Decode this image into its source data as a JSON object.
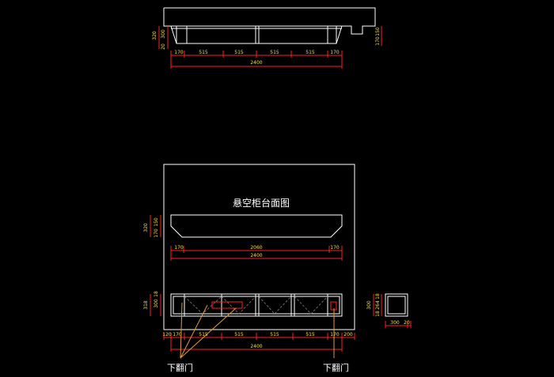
{
  "drawing": {
    "title": "悬空柜台面图",
    "callout_label": "下翻门",
    "colors": {
      "background": "#000000",
      "outline": "#ffffff",
      "dimension_line": "#ff2020",
      "dimension_text": "#f0e04a",
      "callout_line": "#e39a3a",
      "hidden_line": "#808080"
    }
  },
  "top_view": {
    "horizontal_dims": [
      "170",
      "515",
      "515",
      "515",
      "515",
      "170"
    ],
    "overall": "2400",
    "left_dims": [
      "320",
      "300",
      "20"
    ],
    "right_dims": [
      "150",
      "170"
    ]
  },
  "countertop_view": {
    "horizontal_dims": [
      "170",
      "2060",
      "170"
    ],
    "overall": "2400",
    "left_dims": [
      "320",
      "150",
      "170"
    ]
  },
  "front_view": {
    "horizontal_dims": [
      "120",
      "170",
      "515",
      "515",
      "515",
      "515",
      "170",
      "200"
    ],
    "overall": "2400",
    "left_dims": [
      "318",
      "300",
      "18"
    ]
  },
  "side_view": {
    "horizontal_dims": [
      "300",
      "20"
    ],
    "left_dims": [
      "300",
      "18",
      "264",
      "18"
    ]
  }
}
